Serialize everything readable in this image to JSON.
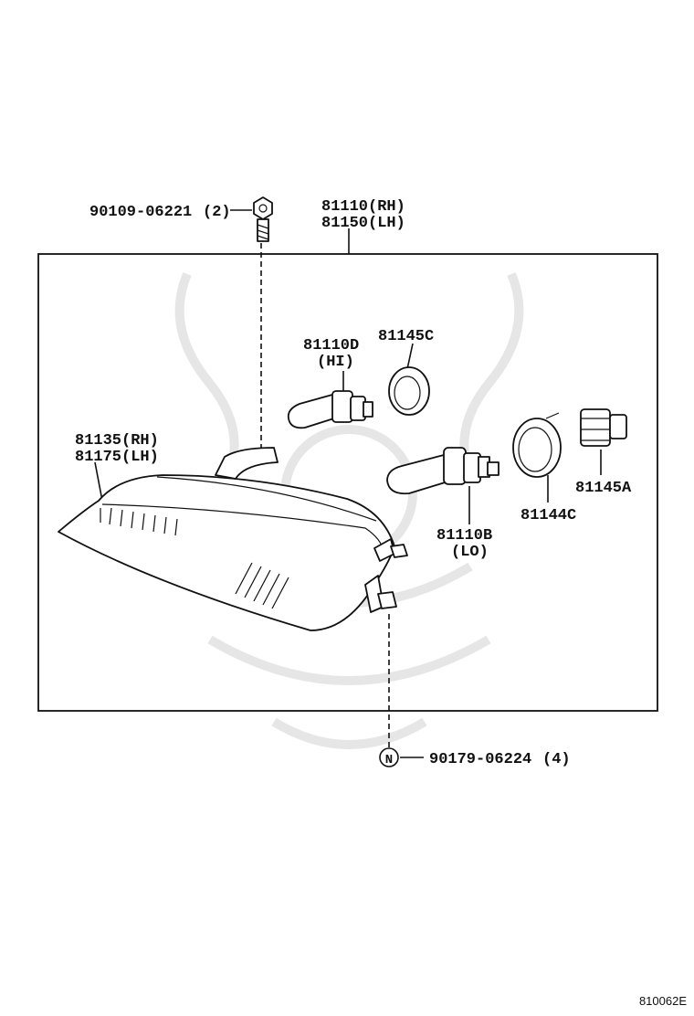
{
  "labels": {
    "bolt_part": "90109-06221",
    "bolt_qty": "(2)",
    "assy_rh": "81110(RH)",
    "assy_lh": "81150(LH)",
    "bulb_hi_part": "81110D",
    "bulb_hi_tag": "(HI)",
    "socket_hi_part": "81145C",
    "lens_rh": "81135(RH)",
    "lens_lh": "81175(LH)",
    "bulb_lo_part": "81110B",
    "bulb_lo_tag": "(LO)",
    "seal_part": "81144C",
    "socket_lo_part": "81145A",
    "nut_symbol": "N",
    "nut_part": "90179-06224",
    "nut_qty": "(4)"
  },
  "footer": {
    "figure_code": "810062E"
  }
}
